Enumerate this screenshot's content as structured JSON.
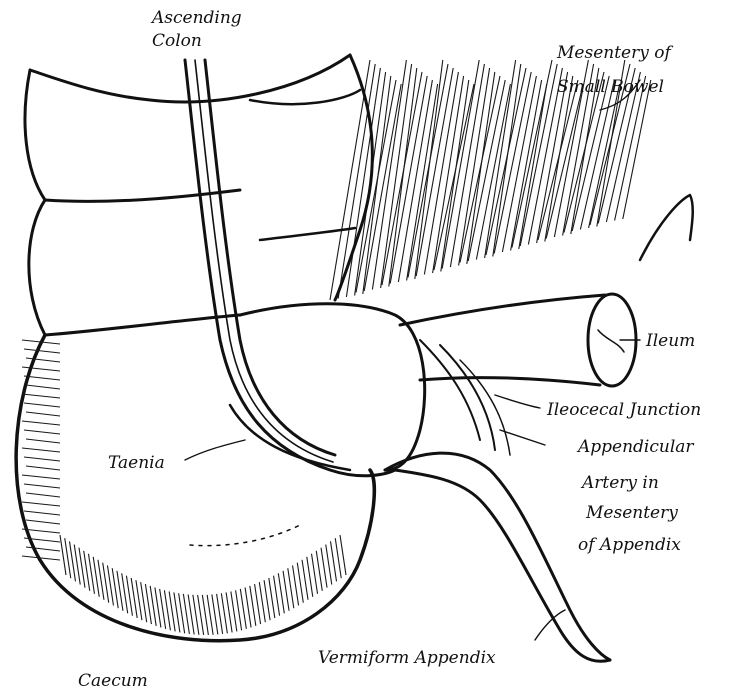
{
  "labels": {
    "ascending_colon_1": "Ascending",
    "ascending_colon_2": "Colon",
    "mesentery_small_bowel_1": "Mesentery of",
    "mesentery_small_bowel_2": "Small Bowel",
    "ileum": "Ileum",
    "ileocecal_junction": "Ileocecal Junction",
    "appendicular_artery_1": "Appendicular",
    "appendicular_artery_2": "Artery in",
    "appendicular_artery_3": "Mesentery",
    "appendicular_artery_4": "of Appendix",
    "taenia": "Taenia",
    "vermiform_appendix": "Vermiform Appendix",
    "caecum": "Caecum"
  },
  "colors": {
    "ink": "#111111",
    "paper": "#ffffff"
  }
}
